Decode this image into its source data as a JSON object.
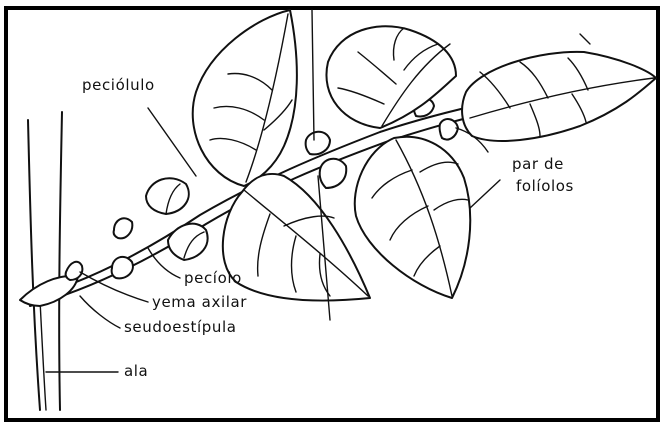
{
  "labels": {
    "peciolulo": "peciólulo",
    "par_de": "par de",
    "foliolos": "folíolos",
    "peciolo": "pecíolo",
    "yema_axilar": "yema axilar",
    "seudoestipula": "seudoestípula",
    "ala": "ala"
  },
  "colors": {
    "ink": "#111111",
    "frame": "#000000",
    "background": "#ffffff"
  }
}
